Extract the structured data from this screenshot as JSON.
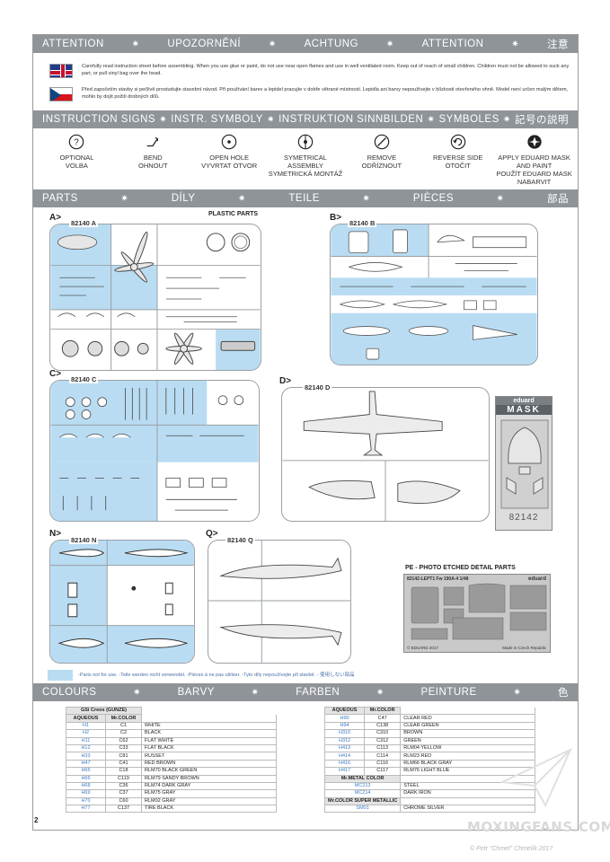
{
  "bands": {
    "attention": [
      "ATTENTION",
      "UPOZORNĚNÍ",
      "ACHTUNG",
      "ATTENTION",
      "注意"
    ],
    "signs": [
      "INSTRUCTION SIGNS",
      "INSTR. SYMBOLY",
      "INSTRUKTION SINNBILDEN",
      "SYMBOLES",
      "記号の説明"
    ],
    "parts": [
      "PARTS",
      "DÍLY",
      "TEILE",
      "PIÈCES",
      "部品"
    ],
    "colours": [
      "COLOURS",
      "BARVY",
      "FARBEN",
      "PEINTURE",
      "色"
    ]
  },
  "attention": {
    "en": "Carefully read instruction sheet before assembling. When you use glue or paint, do not use near open flames and use in well ventilated room. Keep out of reach of small children. Children must not be allowed to suck any part, or pull vinyl bag over the head.",
    "cz": "Před započetím stavby si pečlivě prostudujte stavební návod. Při používání barev a lepidel pracujte v dobře větrané místnosti. Lepidla ani barvy nepoužívejte v blízkosti otevřeného ohně. Model není určen malým dětem, mohlo by dojít požití drobných dílů."
  },
  "signs": [
    {
      "icon": "optional-icon",
      "label": "OPTIONAL\nVOLBA"
    },
    {
      "icon": "bend-icon",
      "label": "BEND\nOHNOUT"
    },
    {
      "icon": "open-hole-icon",
      "label": "OPEN HOLE\nVYVRTAT OTVOR"
    },
    {
      "icon": "symmetrical-icon",
      "label": "SYMETRICAL ASSEMBLY\nSYMETRICKÁ MONTÁŽ"
    },
    {
      "icon": "remove-icon",
      "label": "REMOVE\nODŘÍZNOUT"
    },
    {
      "icon": "reverse-side-icon",
      "label": "REVERSE SIDE\nOTOČIT"
    },
    {
      "icon": "mask-icon",
      "label": "APPLY EDUARD MASK\nAND PAINT\nPOUŽÍT EDUARD MASK\nNABARVIT"
    }
  ],
  "parts": {
    "plastic_title": "PLASTIC PARTS",
    "sprues": [
      {
        "letter": "A>",
        "code": "82140 A"
      },
      {
        "letter": "B>",
        "code": "82140 B"
      },
      {
        "letter": "C>",
        "code": "82140 C"
      },
      {
        "letter": "D>",
        "code": "82140 D"
      },
      {
        "letter": "N>",
        "code": "82140 N"
      },
      {
        "letter": "Q>",
        "code": "82140 Q"
      }
    ],
    "mask": {
      "brand": "eduard",
      "title": "MASK",
      "code": "82142"
    },
    "pe": {
      "title": "PE - PHOTO ETCHED DETAIL PARTS",
      "code": "82142-LEPT1",
      "subtitle": "Fw 190A-4 1/48",
      "brand": "eduard",
      "copyright": "© EDUARD 2017",
      "made": "Made in Czech Republic"
    },
    "legend": "-Parts not for use. -Teile werden nicht verwendet. -Pièces à ne pas utiliser. -Tyto díly nepoužívejte při stavbě. - 使用しない部品"
  },
  "colours": {
    "left": {
      "header": "GSi Creos (GUNZE)",
      "col1": "AQUEOUS",
      "col2": "Mr.COLOR",
      "rows": [
        [
          "H1",
          "C1",
          "WHITE"
        ],
        [
          "H2",
          "C2",
          "BLACK"
        ],
        [
          "H11",
          "C62",
          "FLAT WHITE"
        ],
        [
          "H12",
          "C33",
          "FLAT BLACK"
        ],
        [
          "H33",
          "C81",
          "RUSSET"
        ],
        [
          "H47",
          "C41",
          "RED BROWN"
        ],
        [
          "H65",
          "C18",
          "RLM70 BLACK GREEN"
        ],
        [
          "H66",
          "C119",
          "RLM79 SANDY BROWN"
        ],
        [
          "H68",
          "C36",
          "RLM74 DARK GRAY"
        ],
        [
          "H69",
          "C37",
          "RLM75 GRAY"
        ],
        [
          "H70",
          "C60",
          "RLM02 GRAY"
        ],
        [
          "H77",
          "C137",
          "TIRE BLACK"
        ]
      ]
    },
    "right": {
      "col1": "AQUEOUS",
      "col2": "Mr.COLOR",
      "rows": [
        [
          "H90",
          "C47",
          "CLEAR RED"
        ],
        [
          "H94",
          "C138",
          "CLEAR GREEN"
        ],
        [
          "H310",
          "C310",
          "BROWN"
        ],
        [
          "H312",
          "C312",
          "GREEN"
        ],
        [
          "H413",
          "C113",
          "RLM04 YELLOW"
        ],
        [
          "H414",
          "C114",
          "RLM23 RED"
        ],
        [
          "H416",
          "C116",
          "RLM66 BLACK GRAY"
        ],
        [
          "H417",
          "C117",
          "RLM76 LIGHT BLUE"
        ]
      ],
      "metal_header": "Mr.METAL COLOR",
      "metal_rows": [
        [
          "MC213",
          "STEEL"
        ],
        [
          "MC214",
          "DARK IRON"
        ]
      ],
      "super_header": "Mr.COLOR SUPER METALLIC",
      "super_rows": [
        [
          "SM01",
          "CHROME SILVER"
        ]
      ]
    }
  },
  "page_number": "2",
  "watermark": "MOXINGFANS.COM",
  "credit": "© Petr \"Chmel\" Chmelík 2017"
}
